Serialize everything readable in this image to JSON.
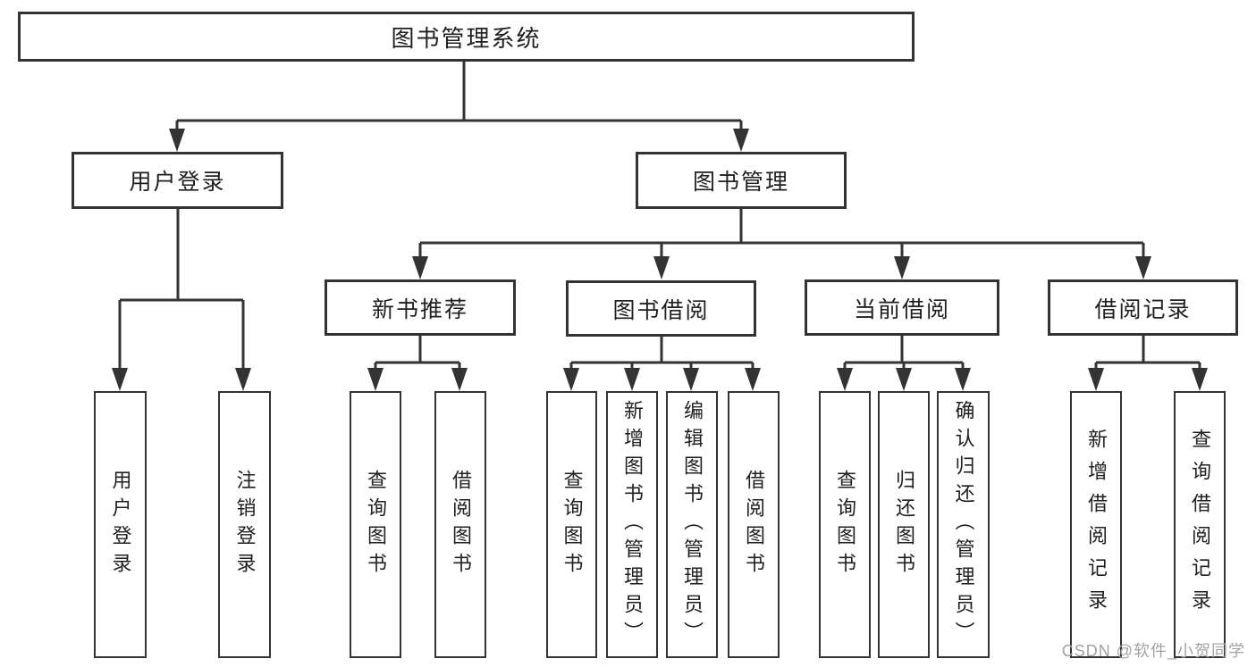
{
  "tree": {
    "root": {
      "label": "图书管理系统"
    },
    "branches": [
      {
        "label": "用户登录",
        "children": [
          {
            "label": "用户登录"
          },
          {
            "label": "注销登录"
          }
        ]
      },
      {
        "label": "图书管理",
        "children": [
          {
            "label": "新书推荐",
            "children": [
              {
                "label": "查询图书"
              },
              {
                "label": "借阅图书"
              }
            ]
          },
          {
            "label": "图书借阅",
            "children": [
              {
                "label": "查询图书"
              },
              {
                "label": "新增图书（管理员）"
              },
              {
                "label": "编辑图书（管理员）"
              },
              {
                "label": "借阅图书"
              }
            ]
          },
          {
            "label": "当前借阅",
            "children": [
              {
                "label": "查询图书"
              },
              {
                "label": "归还图书"
              },
              {
                "label": "确认归还（管理员）"
              }
            ]
          },
          {
            "label": "借阅记录",
            "children": [
              {
                "label": "新增借阅记录"
              },
              {
                "label": "查询借阅记录"
              }
            ]
          }
        ]
      }
    ]
  },
  "watermark": {
    "text": "CSDN @软件_小贺同学"
  },
  "colors": {
    "line": "#333333",
    "text": "#1f1f1f",
    "background": "#ffffff",
    "watermark": "#a3a3a3"
  }
}
